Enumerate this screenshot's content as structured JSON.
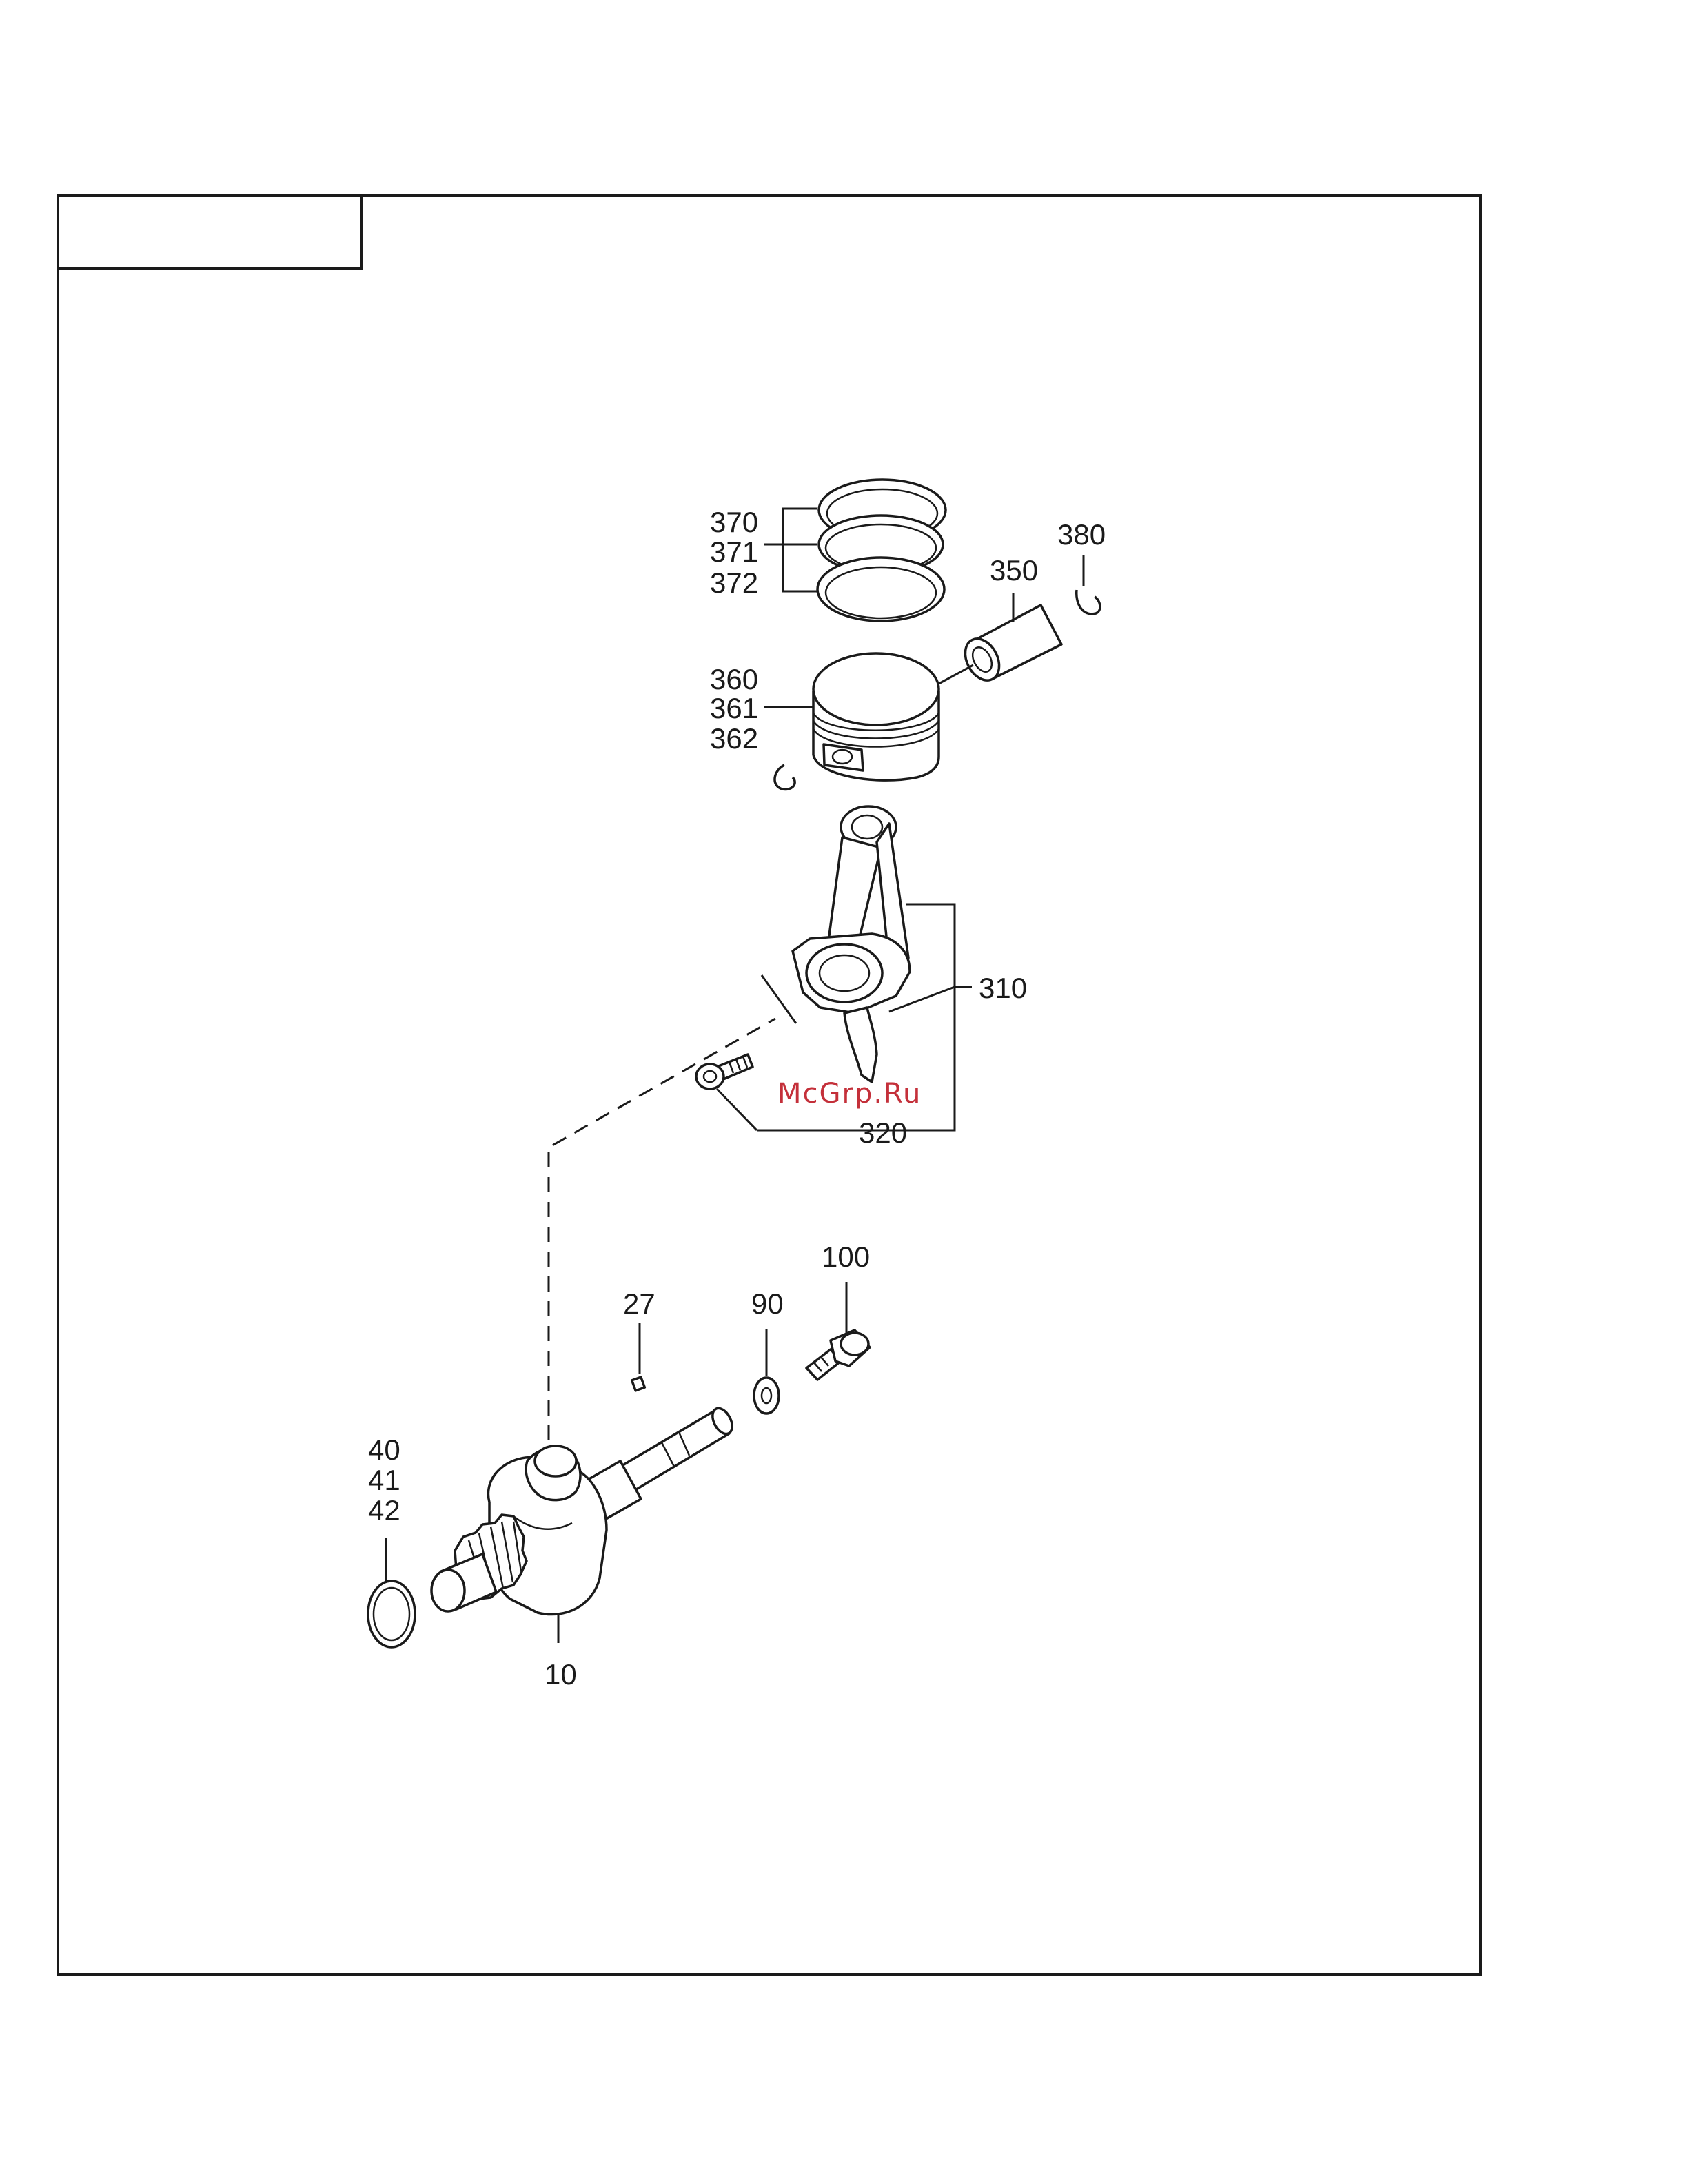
{
  "page": {
    "title_box_text": ""
  },
  "watermark": "McGrp.Ru",
  "callouts": {
    "c370": "370",
    "c371": "371",
    "c372": "372",
    "c380": "380",
    "c350": "350",
    "c360": "360",
    "c361": "361",
    "c362": "362",
    "c310": "310",
    "c320": "320",
    "c100": "100",
    "c27": "27",
    "c90": "90",
    "c40": "40",
    "c41": "41",
    "c42": "42",
    "c10": "10"
  },
  "parts": [
    {
      "id": "10",
      "depicts": "crankshaft"
    },
    {
      "id": "27",
      "depicts": "key"
    },
    {
      "id": "40",
      "depicts": "shim"
    },
    {
      "id": "90",
      "depicts": "washer"
    },
    {
      "id": "100",
      "depicts": "bolt"
    },
    {
      "id": "310",
      "depicts": "connecting rod assembly"
    },
    {
      "id": "320",
      "depicts": "connecting rod bolt"
    },
    {
      "id": "350",
      "depicts": "piston pin"
    },
    {
      "id": "360",
      "depicts": "piston"
    },
    {
      "id": "370",
      "depicts": "piston ring set"
    },
    {
      "id": "380",
      "depicts": "piston pin clip"
    }
  ]
}
